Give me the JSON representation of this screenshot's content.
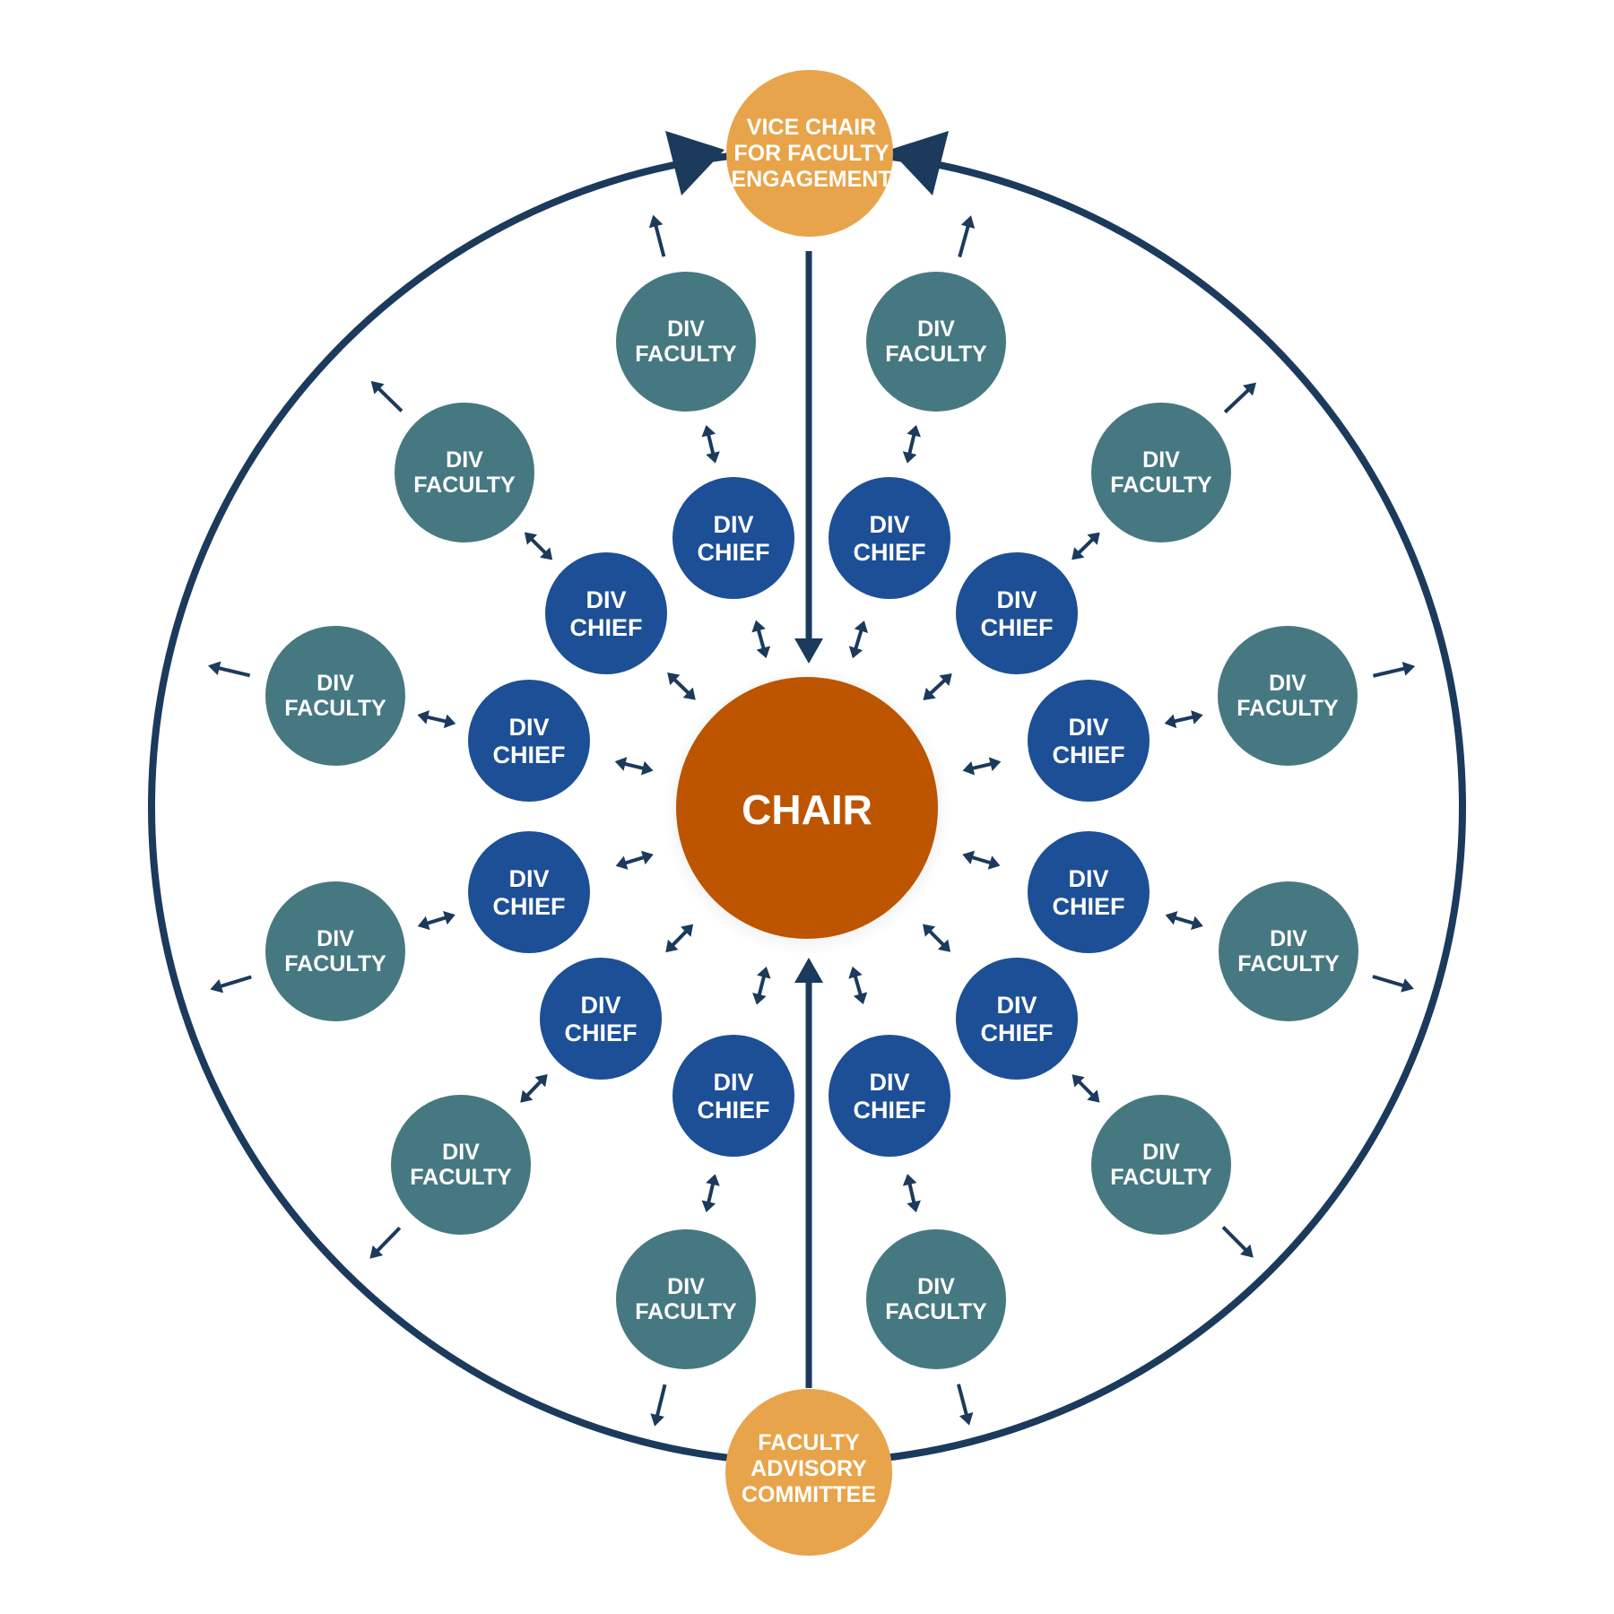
{
  "colors": {
    "chair": "#BD5500",
    "chief": "#1D4F96",
    "faculty": "#467881",
    "vice_chair": "#E8A44A",
    "advisory": "#E8A44A",
    "arrow": "#1B3A5C",
    "text": "#FFFFFF"
  },
  "chair": {
    "label": "CHAIR"
  },
  "vice_chair": {
    "lines": [
      "VICE CHAIR",
      "FOR FACULTY",
      "ENGAGEMENT"
    ]
  },
  "advisory_committee": {
    "lines": [
      "FACULTY",
      "ADVISORY",
      "COMMITTEE"
    ]
  },
  "division_chief": {
    "lines": [
      "DIV",
      "CHIEF"
    ]
  },
  "division_faculty": {
    "lines": [
      "DIV",
      "FACULTY"
    ]
  },
  "division_count": 12
}
